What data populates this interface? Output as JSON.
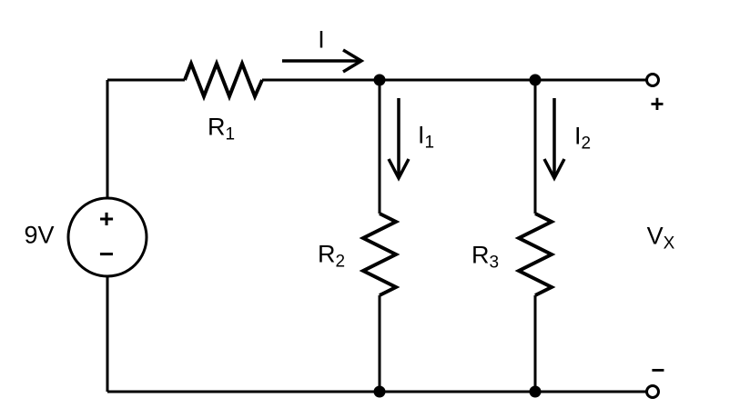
{
  "diagram": {
    "type": "circuit-schematic",
    "description_colors": {
      "stroke": "#000000",
      "background": "#ffffff"
    }
  },
  "labels": {
    "source_value": "9V",
    "source_plus": "+",
    "source_minus": "−",
    "r1": {
      "base": "R",
      "sub": "1"
    },
    "r2": {
      "base": "R",
      "sub": "2"
    },
    "r3": {
      "base": "R",
      "sub": "3"
    },
    "current_main": "I",
    "current_1": {
      "base": "I",
      "sub": "1"
    },
    "current_2": {
      "base": "I",
      "sub": "2"
    },
    "output_plus": "+",
    "output_minus": "−",
    "vx": {
      "base": "V",
      "sub": "X"
    }
  }
}
